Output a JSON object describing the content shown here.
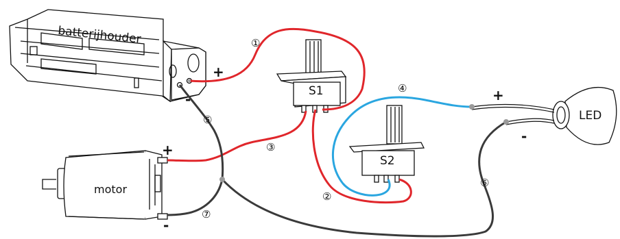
{
  "labels": {
    "battery_holder": "batterijhouder",
    "motor": "motor",
    "led": "LED",
    "switch1": "S1",
    "switch2": "S2"
  },
  "signs": {
    "battery_plus": "+",
    "battery_minus": "-",
    "motor_plus": "+",
    "motor_minus": "-",
    "led_plus": "+",
    "led_minus": "-"
  },
  "wire_numbers": [
    "①",
    "②",
    "③",
    "④",
    "⑤",
    "⑥",
    "⑦"
  ],
  "colors": {
    "red_wire": "#e0262b",
    "black_wire": "#3a3a3a",
    "blue_wire": "#2aa6e0",
    "junction": "#9a9a9a"
  }
}
